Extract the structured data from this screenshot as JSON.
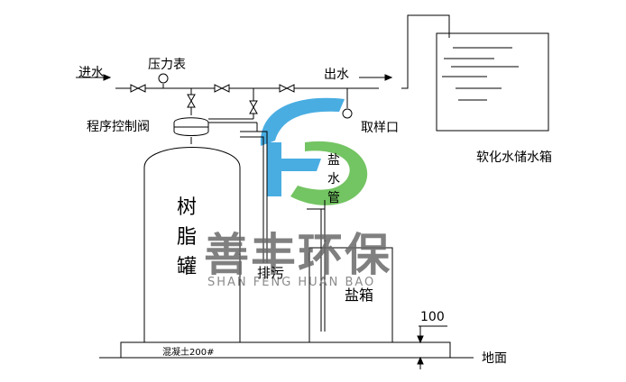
{
  "labels": {
    "inlet": "进水",
    "pressure_gauge": "压力表",
    "outlet": "出水",
    "control_valve": "程序控制阀",
    "sampling_port": "取样口",
    "soft_water_tank": "软化水储水箱",
    "brine_pipe": [
      "盐",
      "水",
      "管"
    ],
    "resin_tank": [
      "树",
      "脂",
      "罐"
    ],
    "drain": "排污",
    "salt_box": "盐箱",
    "height": "100",
    "concrete_base": "混凝土200#",
    "ground": "地面"
  },
  "logo": {
    "name_cn": "善丰环保",
    "name_pinyin": "SHAN FENG HUAN BAO",
    "blue": "#3FA9E0",
    "green": "#6CC15A"
  }
}
